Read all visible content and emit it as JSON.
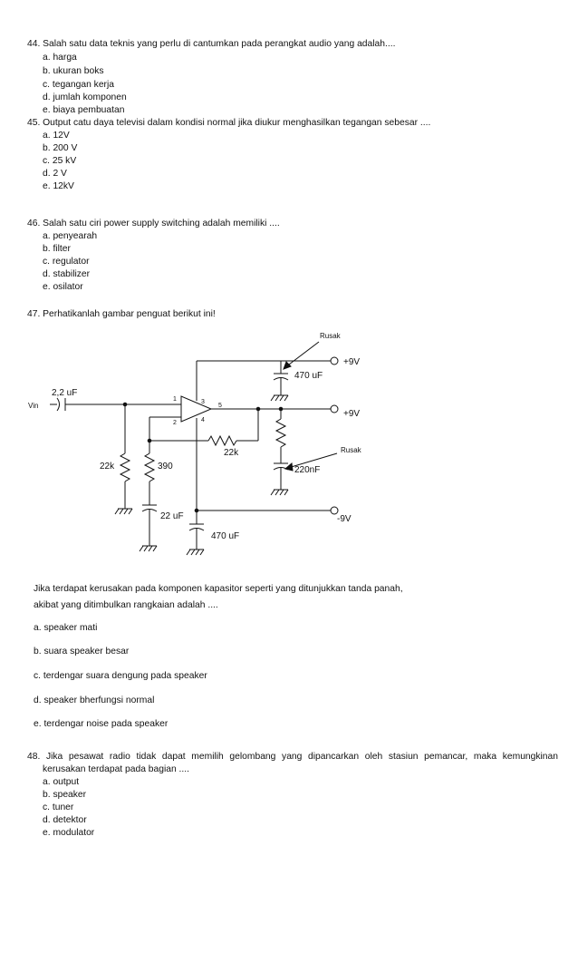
{
  "q44": {
    "question": "44. Salah satu data teknis yang perlu di cantumkan pada perangkat audio yang adalah....",
    "options": [
      "a. harga",
      "b. ukuran boks",
      "c. tegangan kerja",
      "d. jumlah komponen",
      "e. biaya pembuatan"
    ]
  },
  "q45": {
    "question": "45. Output catu daya televisi dalam kondisi normal jika diukur menghasilkan tegangan sebesar ....",
    "options": [
      "a. 12V",
      "b. 200 V",
      "c. 25 kV",
      "d. 2 V",
      "e. 12kV"
    ]
  },
  "q46": {
    "question": "46. Salah satu ciri power supply switching adalah memiliki ....",
    "options": [
      "a. penyearah",
      "b. filter",
      "c. regulator",
      "d. stabilizer",
      "e. osilator"
    ]
  },
  "q47": {
    "question": "47.  Perhatikanlah gambar penguat berikut ini!",
    "circuit": {
      "rusak_top": "Rusak",
      "plus9v_top": "+9V",
      "cap_470uf_top": "470 uF",
      "cap_22uf_in": "2,2 uF",
      "vin": "Vin",
      "pin1": "1",
      "pin2": "2",
      "pin3": "3",
      "pin4": "4",
      "pin5": "5",
      "plus9v_out": "+9V",
      "rusak_right": "Rusak",
      "res_22k_fb": "22k",
      "res_22k": "22k",
      "res_390": "390",
      "cap_220nf": "220nF",
      "cap_22uf": "22 uF",
      "minus9v": "-9V",
      "cap_470uf_bottom": "470 uF"
    },
    "stem_line1": "Jika terdapat kerusakan pada komponen kapasitor seperti yang ditunjukkan tanda panah,",
    "stem_line2": "akibat yang ditimbulkan rangkaian adalah ....",
    "options": [
      "a. speaker mati",
      "b. suara speaker besar",
      "c. terdengar suara dengung pada speaker",
      "d. speaker bherfungsi normal",
      "e. terdengar noise pada speaker"
    ]
  },
  "q48": {
    "question_line1": "48. Jika pesawat radio tidak dapat memilih gelombang yang dipancarkan oleh stasiun pemancar, maka kemungkinan",
    "question_line2": "kerusakan terdapat pada bagian ....",
    "options": [
      "a. output",
      "b. speaker",
      "c. tuner",
      "d. detektor",
      "e. modulator"
    ]
  }
}
